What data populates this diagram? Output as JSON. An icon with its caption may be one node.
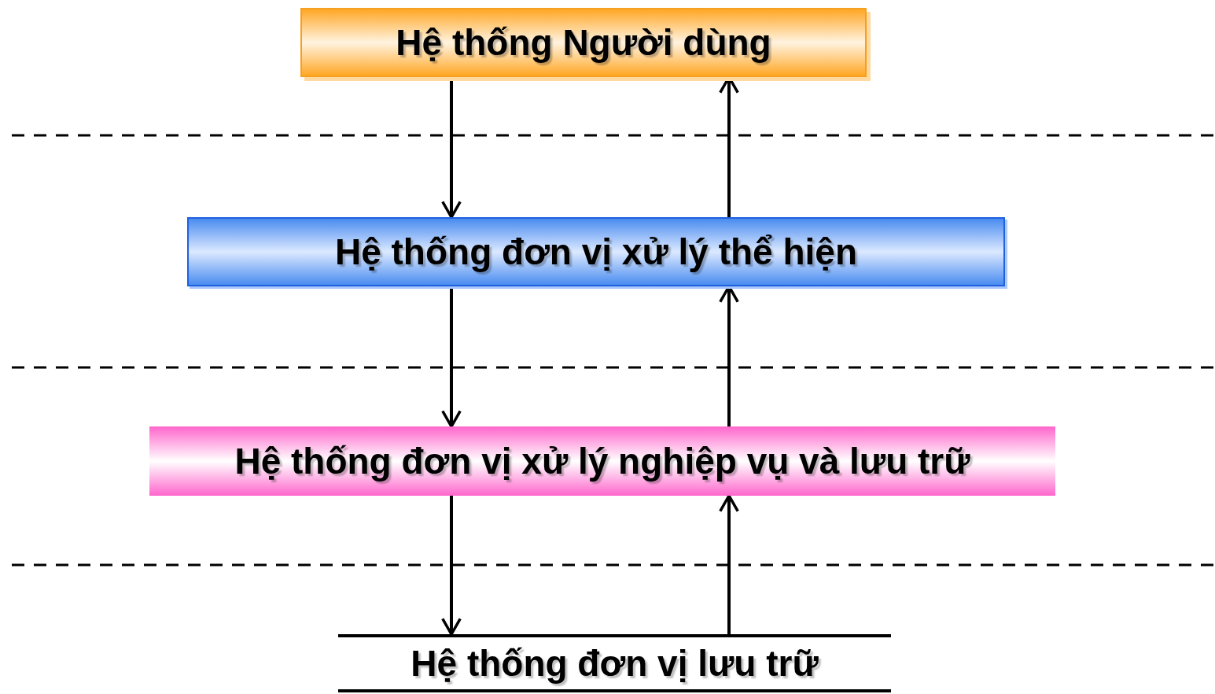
{
  "diagram": {
    "nodes": [
      {
        "text": [
          "Hệ thống Người dùng"
        ]
      },
      {
        "text": [
          "Hệ thống đơn vị xử lý thể hiện"
        ]
      },
      {
        "text": [
          "Hệ thống đơn vị xử lý nghiệp vụ và lưu trữ"
        ]
      },
      {
        "text": [
          "Hệ thống đơn vị lưu trữ"
        ]
      }
    ],
    "edges": [
      {
        "from": 0,
        "to": 1,
        "arrow": "to"
      },
      {
        "from": 1,
        "to": 0,
        "arrow": "to"
      },
      {
        "from": 1,
        "to": 2,
        "arrow": "to"
      },
      {
        "from": 2,
        "to": 1,
        "arrow": "to"
      },
      {
        "from": 2,
        "to": 3,
        "arrow": "to"
      },
      {
        "from": 3,
        "to": 2,
        "arrow": "to"
      }
    ]
  }
}
